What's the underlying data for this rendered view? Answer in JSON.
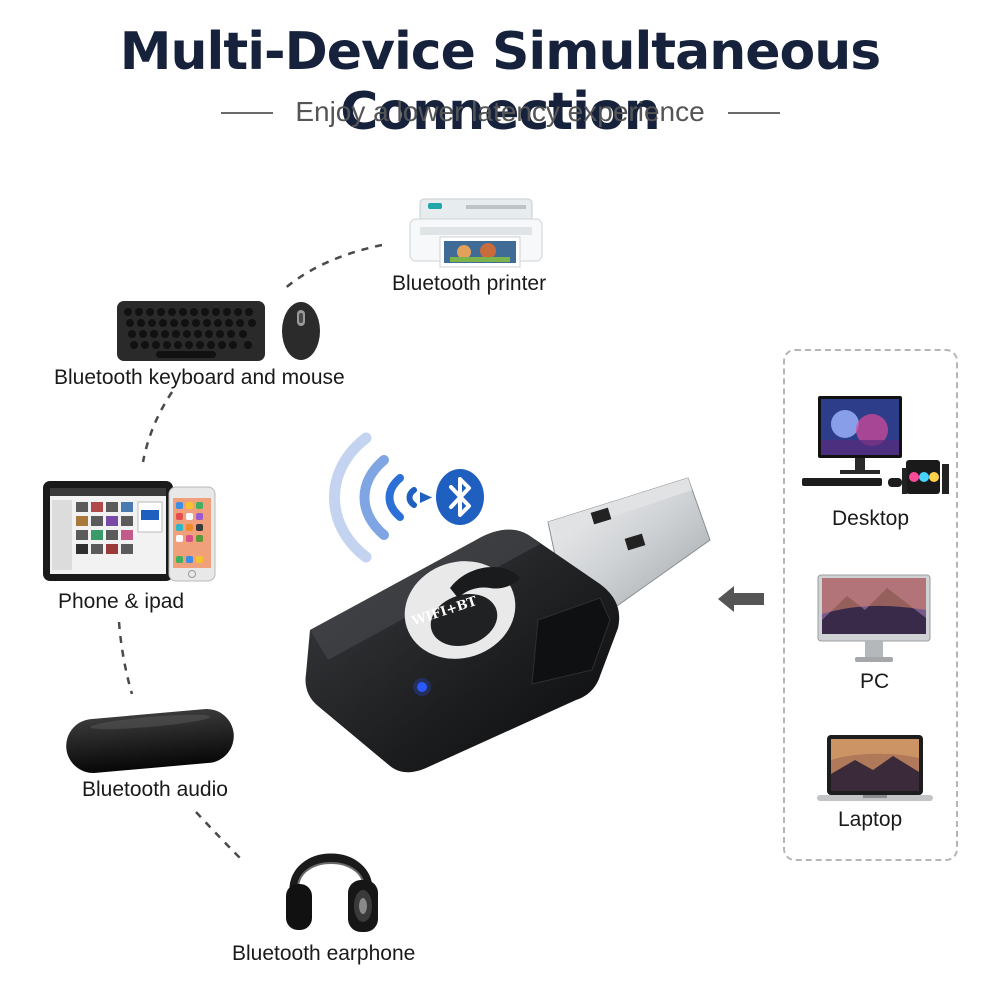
{
  "header": {
    "title": "Multi-Device Simultaneous Connection",
    "subtitle": "Enjoy a lower latency experience"
  },
  "devices": {
    "printer": "Bluetooth printer",
    "keyboard_mouse": "Bluetooth keyboard and mouse",
    "phone_ipad": "Phone & ipad",
    "audio": "Bluetooth audio",
    "earphone": "Bluetooth earphone"
  },
  "hosts": {
    "desktop": "Desktop",
    "pc": "PC",
    "laptop": "Laptop"
  },
  "adapter": {
    "brand_text": "WIFI+BT"
  },
  "colors": {
    "title": "#16213b",
    "bluetooth_blue": "#1f5fbf",
    "wave_blue": "#2c6fd6",
    "led_blue": "#2b59ff"
  },
  "icons": [
    "printer-icon",
    "keyboard-icon",
    "mouse-icon",
    "tablet-icon",
    "phone-icon",
    "speaker-icon",
    "headphones-icon",
    "bluetooth-icon",
    "signal-waves-icon",
    "arrow-left-icon",
    "desktop-icon",
    "monitor-icon",
    "laptop-icon",
    "usb-adapter-icon"
  ]
}
